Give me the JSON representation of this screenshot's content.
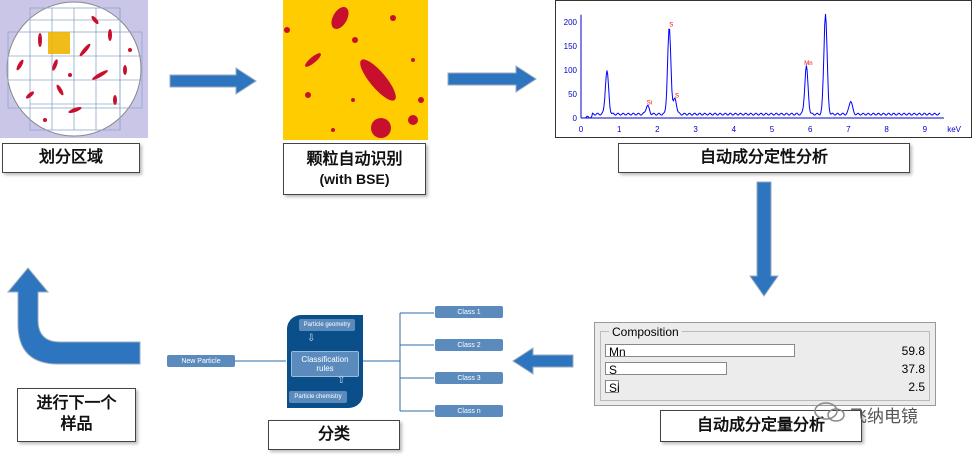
{
  "steps": {
    "divide": "划分区域",
    "detect_line1": "颗粒自动识别",
    "detect_line2": "(with BSE)",
    "qualitative": "自动成分定性分析",
    "quantitative": "自动成分定量分析",
    "classify": "分类",
    "next_line1": "进行下一个",
    "next_line2": "样品"
  },
  "classification": {
    "new_particle": "New Particle",
    "geometry": "Particle geometry",
    "rules_line1": "Classification",
    "rules_line2": "rules",
    "chemistry": "Particle chemistry",
    "classes": [
      "Class 1",
      "Class 2",
      "Class 3",
      "Class n"
    ]
  },
  "composition": {
    "title": "Composition",
    "rows": [
      {
        "element": "Mn",
        "value": "59.8",
        "fraction": 0.598
      },
      {
        "element": "S",
        "value": "37.8",
        "fraction": 0.378
      },
      {
        "element": "Si",
        "value": "2.5",
        "fraction": 0.025
      }
    ]
  },
  "watermark": "飞纳电镜",
  "chart_data": {
    "type": "line",
    "xlabel": "keV",
    "xlim": [
      0,
      9.5
    ],
    "ylim": [
      0,
      215
    ],
    "xticks": [
      "0",
      "1",
      "2",
      "3",
      "4",
      "5",
      "6",
      "7",
      "8",
      "9"
    ],
    "yticks": [
      "0",
      "50",
      "100",
      "150",
      "200"
    ],
    "peaks": [
      {
        "x": 0.68,
        "y": 90,
        "label": ""
      },
      {
        "x": 1.74,
        "y": 18,
        "label": "Si"
      },
      {
        "x": 2.31,
        "y": 180,
        "label": "S"
      },
      {
        "x": 2.46,
        "y": 32,
        "label": "S"
      },
      {
        "x": 5.9,
        "y": 100,
        "label": "Mn"
      },
      {
        "x": 6.4,
        "y": 210,
        "label": ""
      },
      {
        "x": 7.06,
        "y": 28,
        "label": ""
      }
    ],
    "baseline": 8
  }
}
